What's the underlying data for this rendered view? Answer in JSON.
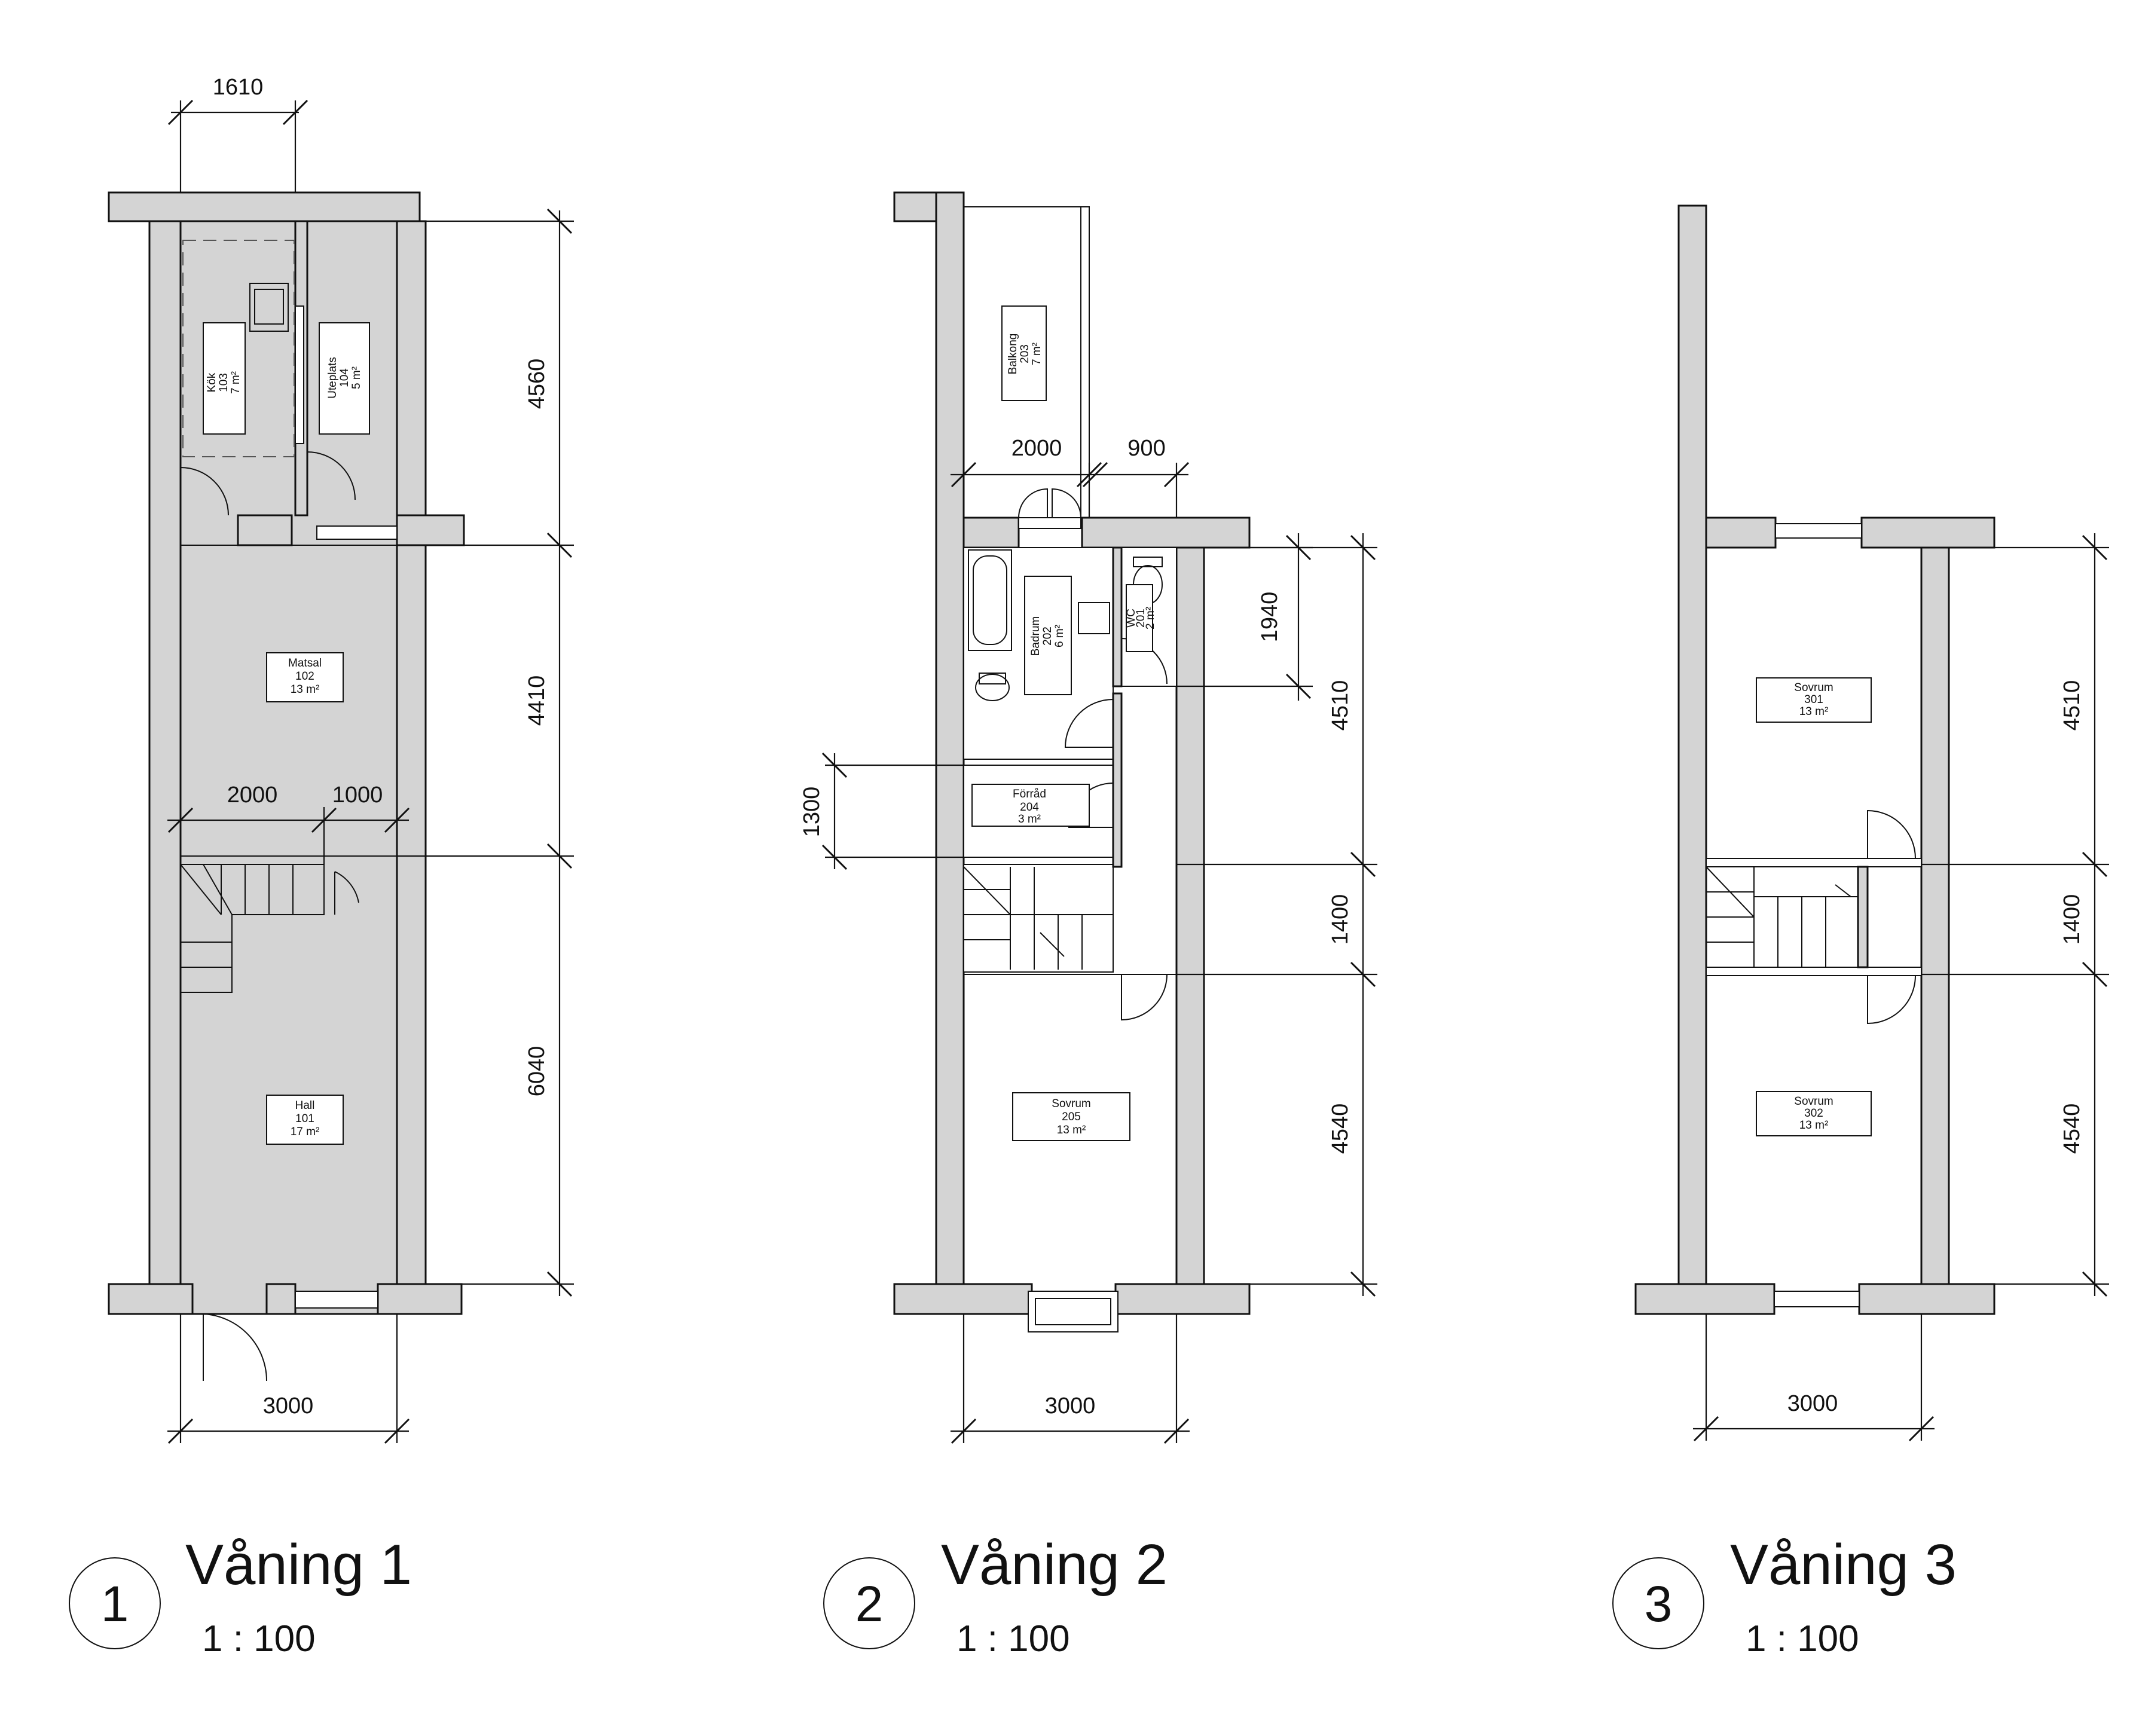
{
  "floors": [
    {
      "number": "1",
      "title": "Våning 1",
      "scale": "1 : 100",
      "rooms": [
        {
          "name": "Kök",
          "number": "103",
          "area": "7 m²"
        },
        {
          "name": "Uteplats",
          "number": "104",
          "area": "5 m²"
        },
        {
          "name": "Matsal",
          "number": "102",
          "area": "13 m²"
        },
        {
          "name": "Hall",
          "number": "101",
          "area": "17 m²"
        }
      ],
      "dimensions": {
        "top_width": "1610",
        "right_1": "4560",
        "right_2": "4410",
        "right_3": "6040",
        "inner_left": "2000",
        "inner_right": "1000",
        "bottom": "3000"
      }
    },
    {
      "number": "2",
      "title": "Våning 2",
      "scale": "1 : 100",
      "rooms": [
        {
          "name": "Balkong",
          "number": "203",
          "area": "7 m²"
        },
        {
          "name": "Badrum",
          "number": "202",
          "area": "6 m²"
        },
        {
          "name": "WC",
          "number": "201",
          "area": "2 m²"
        },
        {
          "name": "Förråd",
          "number": "204",
          "area": "3 m²"
        },
        {
          "name": "Sovrum",
          "number": "205",
          "area": "13 m²"
        }
      ],
      "dimensions": {
        "balcony_width": "2000",
        "wc_width": "900",
        "wc_depth": "1940",
        "store_depth": "1300",
        "right_1": "4510",
        "right_2": "1400",
        "right_3": "4540",
        "bottom": "3000"
      }
    },
    {
      "number": "3",
      "title": "Våning 3",
      "scale": "1 : 100",
      "rooms": [
        {
          "name": "Sovrum",
          "number": "301",
          "area": "13 m²"
        },
        {
          "name": "Sovrum",
          "number": "302",
          "area": "13 m²"
        }
      ],
      "dimensions": {
        "right_1": "4510",
        "right_2": "1400",
        "right_3": "4540",
        "bottom": "3000"
      }
    }
  ]
}
